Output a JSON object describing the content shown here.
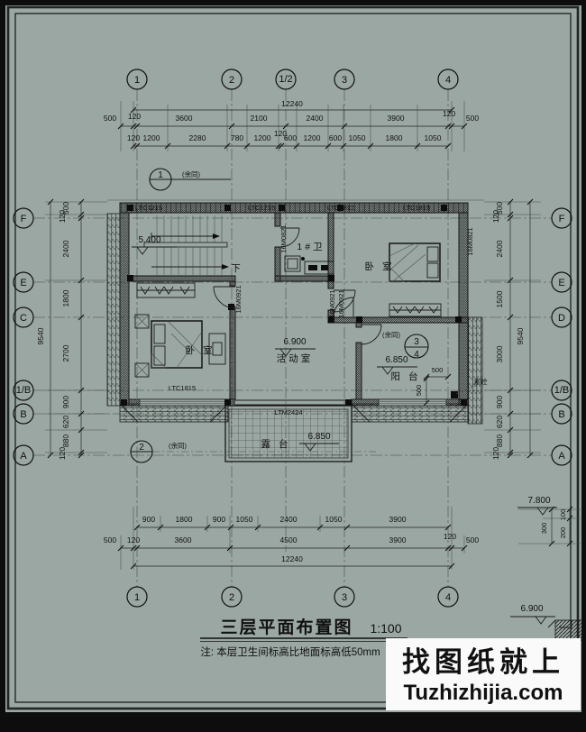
{
  "axes": {
    "top": [
      "1",
      "2",
      "1/2",
      "3",
      "4"
    ],
    "bottom": [
      "1",
      "2",
      "3",
      "4"
    ],
    "left": [
      "F",
      "E",
      "C",
      "1/B",
      "B",
      "A"
    ],
    "right": [
      "F",
      "E",
      "D",
      "1/B",
      "B",
      "A"
    ]
  },
  "dims": {
    "top_total": "12240",
    "top_row1": [
      "500",
      "120",
      "3600",
      "2100",
      "2400",
      "3900",
      "120",
      "500"
    ],
    "top_row2": [
      "120",
      "1200",
      "2280",
      "780",
      "1200",
      "120",
      "600",
      "1200",
      "600",
      "1050",
      "1800",
      "1050"
    ],
    "left_col": [
      "500",
      "120",
      "2400",
      "1800",
      "2700",
      "900",
      "620",
      "880",
      "120"
    ],
    "left_total": "9540",
    "right_col": [
      "500",
      "120",
      "2400",
      "1500",
      "3000",
      "900",
      "620",
      "880",
      "120"
    ],
    "right_total": "9540",
    "bottom_row1": [
      "900",
      "1800",
      "900",
      "1050",
      "2400",
      "1050",
      "3900"
    ],
    "bottom_row2": [
      "500",
      "120",
      "3600",
      "4500",
      "3900",
      "120",
      "500"
    ],
    "bottom_total": "12240",
    "balcony_w": "500",
    "balcony_h": "500",
    "parapet": [
      "300",
      "100",
      "200"
    ]
  },
  "levels": {
    "stair": "5.400",
    "activity": "6.900",
    "balcony": "6.850",
    "terrace": "6.850",
    "parapet": "7.800",
    "eave": "6.900"
  },
  "rooms": {
    "bath": "1#卫",
    "bedroom_right": "卧 室",
    "bedroom_left": "卧 室",
    "activity": "活动室",
    "balcony": "阳 台",
    "terrace": "露 台"
  },
  "tags": {
    "stair_down": "下",
    "same": "(余同)",
    "concrete": "素砼",
    "detail1": "1",
    "detail2": "2",
    "detail3": "3",
    "detail4": "4"
  },
  "openings": {
    "door_0821": "16M0821",
    "door_0921": "16M0921",
    "door_ltm": "LTM2424",
    "win_ltc1815": "LTC1815",
    "top_windows": [
      "LTC1215",
      "LTC1215",
      "LTC1812",
      "LTC1815"
    ]
  },
  "title": {
    "text": "三层平面布置图",
    "scale": "1:100",
    "note": "注: 本层卫生间标高比地面标高低50mm"
  },
  "watermark": {
    "line1": "找图纸就上",
    "line2": "Tuzhizhijia.com",
    "color": "#2a2aad"
  }
}
